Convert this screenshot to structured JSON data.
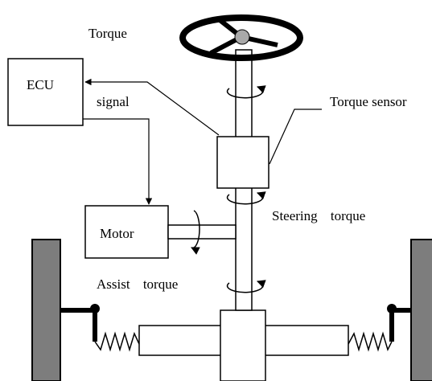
{
  "labels": {
    "torque": "Torque",
    "ecu": "ECU",
    "signal": "signal",
    "torque_sensor": "Torque sensor",
    "steering_torque": "Steering torque",
    "motor": "Motor",
    "assist_torque": "Assist torque"
  },
  "colors": {
    "line": "#000000",
    "wheel_fill": "#7d7d7d",
    "hub_fill": "#a9a9a9",
    "background": "#ffffff"
  }
}
